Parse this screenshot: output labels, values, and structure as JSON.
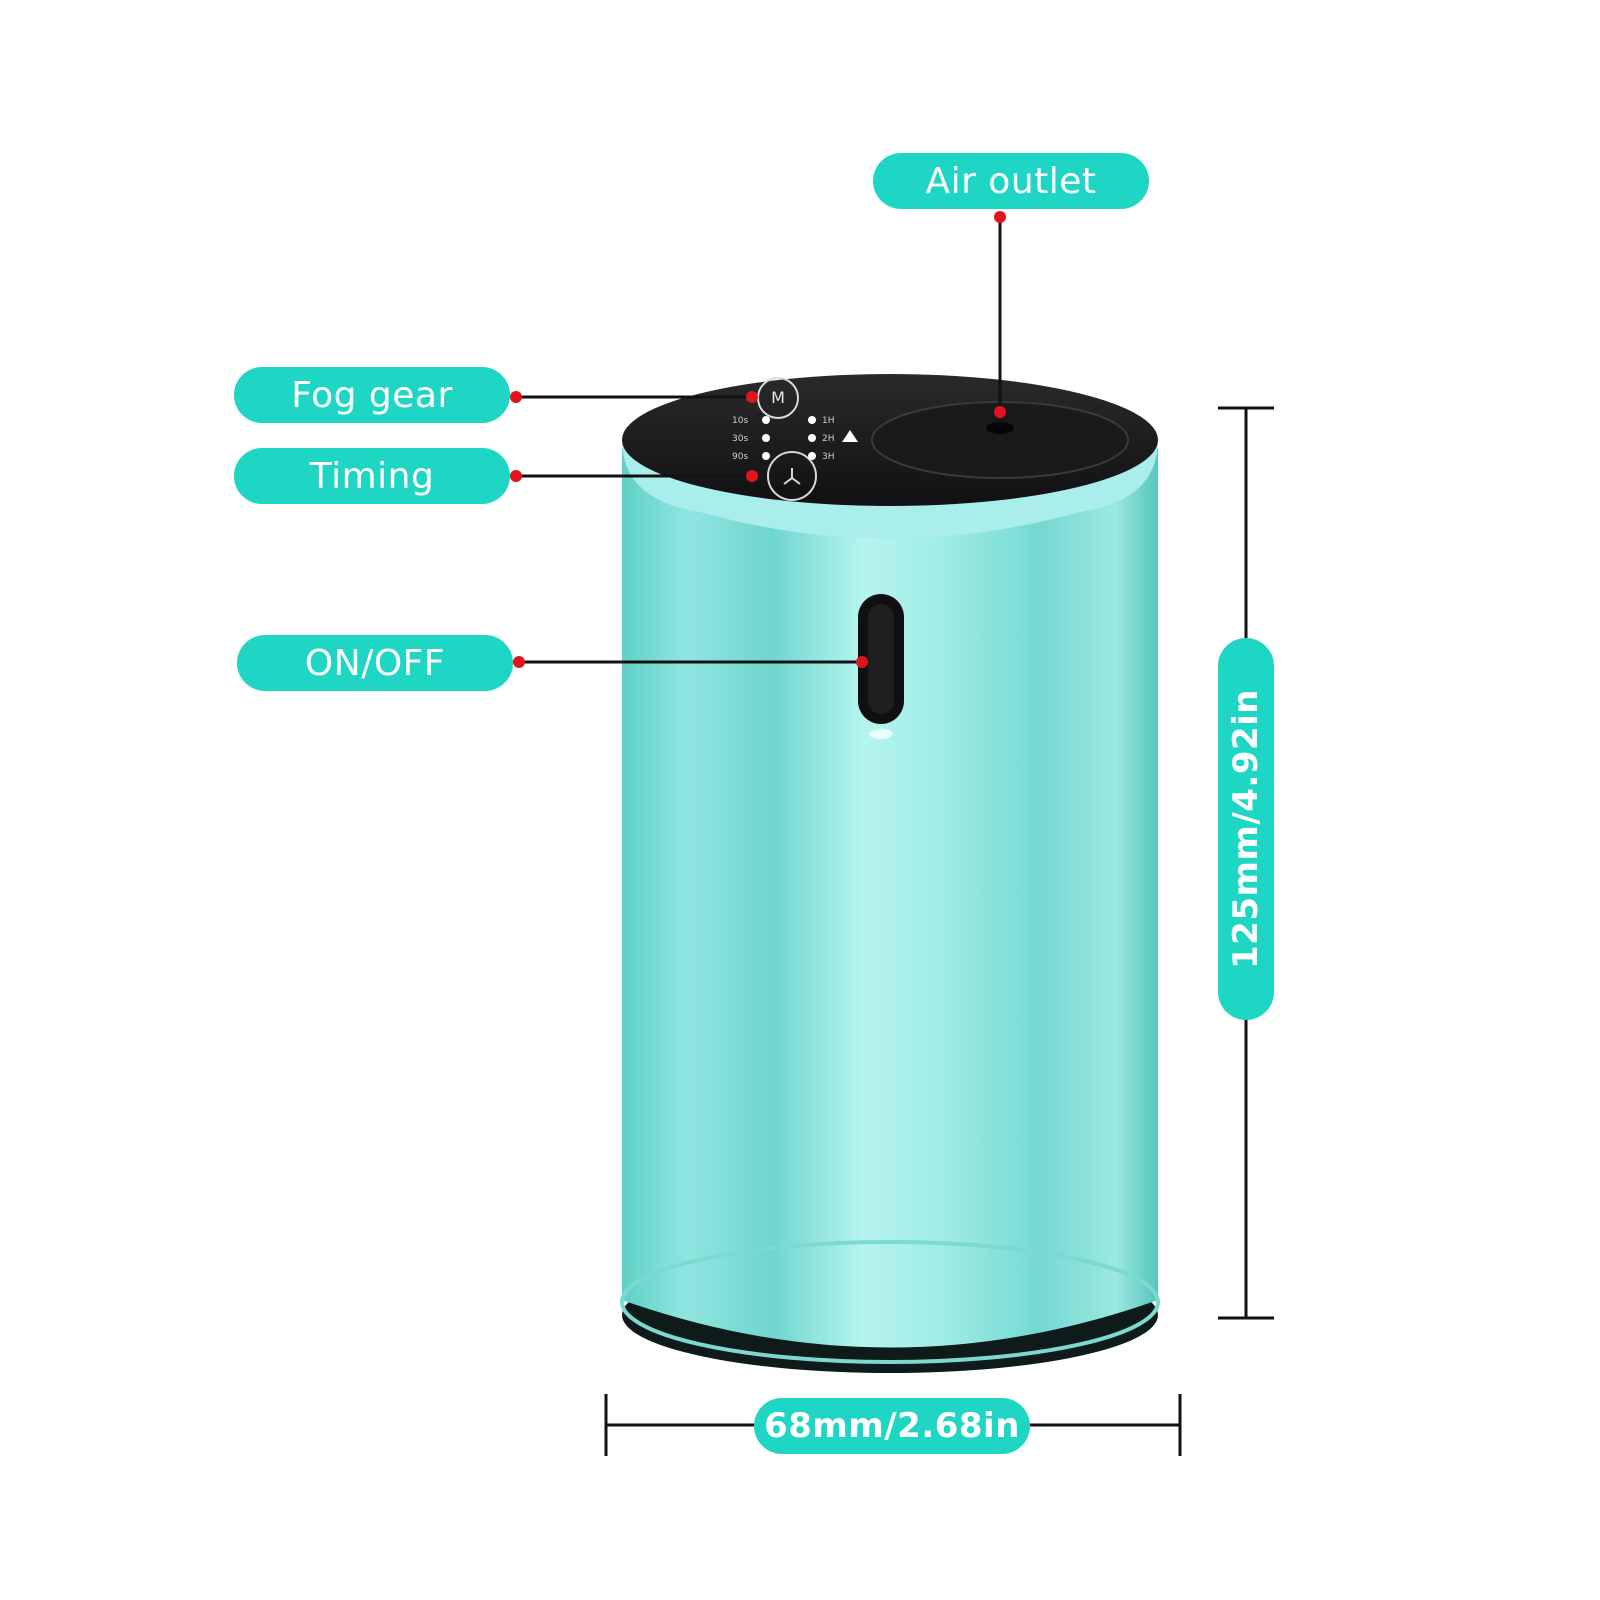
{
  "labels": {
    "air_outlet": "Air outlet",
    "fog_gear": "Fog gear",
    "timing": "Timing",
    "on_off": "ON/OFF"
  },
  "dimensions": {
    "width": "68mm/2.68in",
    "height": "125mm/4.92in"
  },
  "panel": {
    "mode_button": "M",
    "left_column": [
      "10s",
      "30s",
      "90s"
    ],
    "right_column": [
      "1H",
      "2H",
      "3H"
    ]
  },
  "colors": {
    "accent": "#1ed6c3",
    "body": "#8de8e2",
    "top": "#1c1c1e",
    "pointer": "#e0141e"
  }
}
